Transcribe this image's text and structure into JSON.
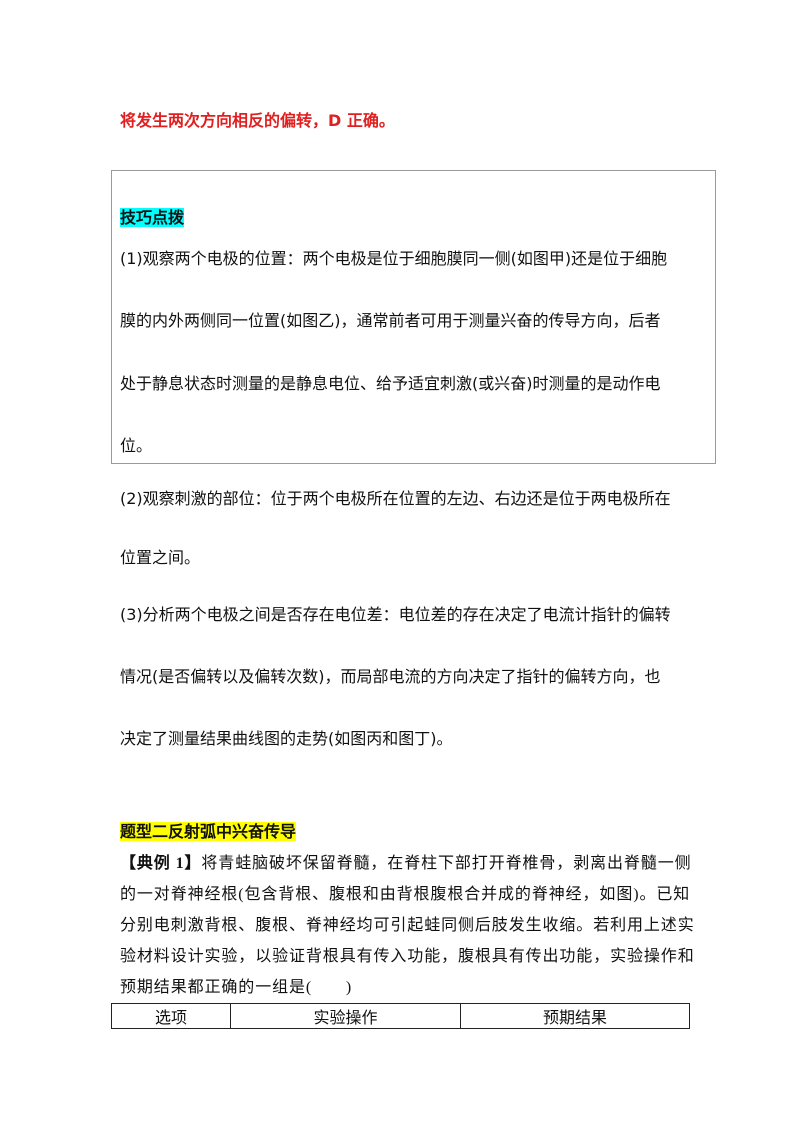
{
  "top_text": "将发生两次方向相反的偏转，D 正确。",
  "tip": {
    "heading": "技巧点拨",
    "lines": [
      "(1)观察两个电极的位置：两个电极是位于细胞膜同一侧(如图甲)还是位于细胞",
      "膜的内外两侧同一位置(如图乙)，通常前者可用于测量兴奋的传导方向，后者",
      "处于静息状态时测量的是静息电位、给予适宜刺激(或兴奋)时测量的是动作电",
      "位。"
    ]
  },
  "after_tip_lines": [
    "(2)观察刺激的部位：位于两个电极所在位置的左边、右边还是位于两电极所在",
    "位置之间。",
    "(3)分析两个电极之间是否存在电位差：电位差的存在决定了电流计指针的偏转",
    "情况(是否偏转以及偏转次数)，而局部电流的方向决定了指针的偏转方向，也",
    "决定了测量结果曲线图的走势(如图丙和图丁)。"
  ],
  "section_heading": "题型二反射弧中兴奋传导",
  "example": {
    "label": "【典例 1】",
    "line1_rest": "将青蛙脑破坏保留脊髓，在脊柱下部打开脊椎骨，剥离出脊髓一侧",
    "lines": [
      "的一对脊神经根(包含背根、腹根和由背根腹根合并成的脊神经，如图)。已知",
      "分别电刺激背根、腹根、脊神经均可引起蛙同侧后肢发生收缩。若利用上述实",
      "验材料设计实验，以验证背根具有传入功能，腹根具有传出功能，实验操作和",
      "预期结果都正确的一组是(　　)"
    ]
  },
  "table": {
    "headers": [
      "选项",
      "实验操作",
      "预期结果"
    ]
  }
}
